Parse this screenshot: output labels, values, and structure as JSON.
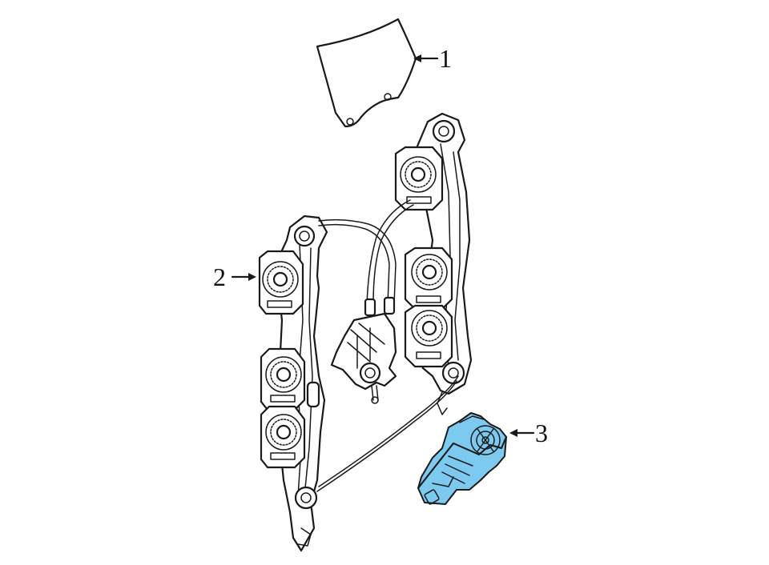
{
  "diagram": {
    "callouts": [
      {
        "number": "1",
        "part": "glass"
      },
      {
        "number": "2",
        "part": "window-regulator"
      },
      {
        "number": "3",
        "part": "regulator-motor"
      }
    ],
    "highlight_color": "#7ccaf0",
    "line_color": "#1a1a1a"
  }
}
